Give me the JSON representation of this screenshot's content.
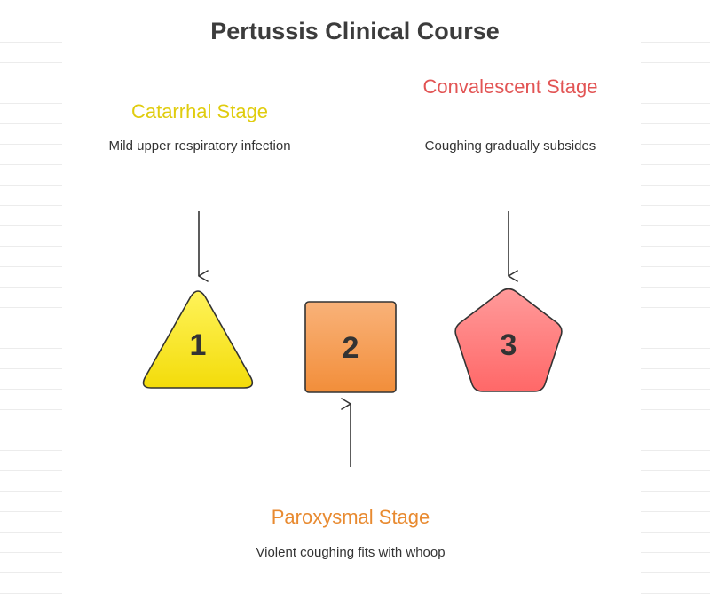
{
  "title": "Pertussis Clinical Course",
  "colors": {
    "catarrhal": "#e0cc0e",
    "paroxysmal": "#e88a30",
    "convalescent": "#e25454",
    "title": "#3c3c3c",
    "stroke": "#333333"
  },
  "stages": [
    {
      "number": "1",
      "title": "Catarrhal Stage",
      "description": "Mild upper respiratory infection",
      "shape": "triangle-icon"
    },
    {
      "number": "2",
      "title": "Paroxysmal Stage",
      "description": "Violent coughing fits with whoop",
      "shape": "square-icon"
    },
    {
      "number": "3",
      "title": "Convalescent Stage",
      "description": "Coughing gradually subsides",
      "shape": "pentagon-icon"
    }
  ]
}
